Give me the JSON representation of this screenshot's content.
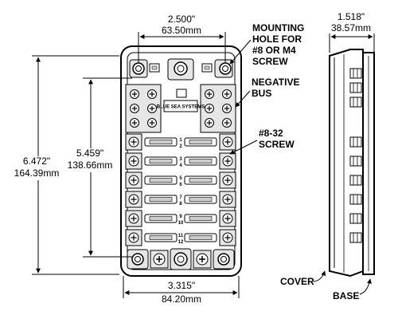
{
  "dimensions": {
    "width_top_in": "2.500\"",
    "width_top_mm": "63.50mm",
    "height_total_in": "6.472\"",
    "height_total_mm": "164.39mm",
    "height_inner_in": "5.459\"",
    "height_inner_mm": "138.66mm",
    "width_bottom_in": "3.315\"",
    "width_bottom_mm": "84.20mm",
    "depth_in": "1.518\"",
    "depth_mm": "38.57mm"
  },
  "callouts": {
    "mounting_line1": "MOUNTING",
    "mounting_line2": "HOLE FOR",
    "mounting_line3": "#8 OR M4",
    "mounting_line4": "SCREW",
    "negative_line1": "NEGATIVE",
    "negative_line2": "BUS",
    "screw_line1": "#8-32",
    "screw_line2": "SCREW",
    "cover": "COVER",
    "base": "BASE"
  },
  "brand": "BLUE SEA SYSTEMS",
  "fuse_numbers": [
    "1",
    "2",
    "3",
    "4",
    "5",
    "6",
    "7",
    "8",
    "9",
    "10",
    "11",
    "12"
  ]
}
